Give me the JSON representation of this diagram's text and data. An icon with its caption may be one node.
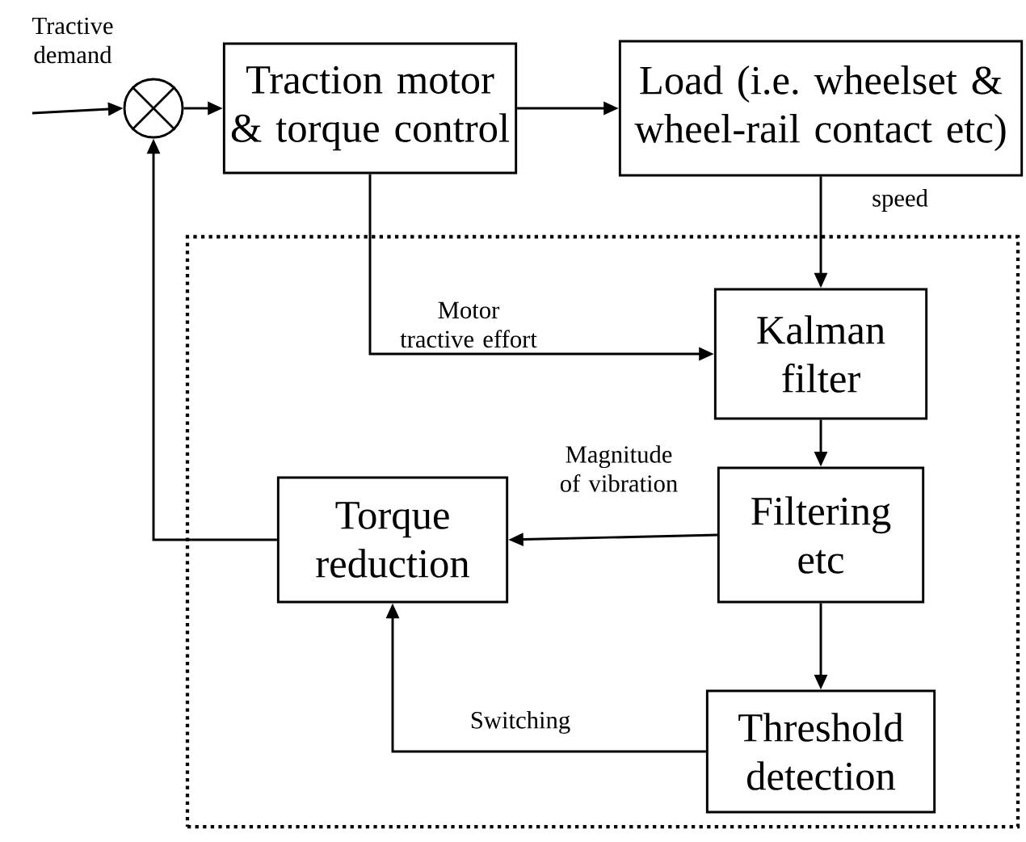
{
  "diagram": {
    "nodes": [
      {
        "text": [],
        "shape": "circle"
      },
      {
        "text": [
          "Traction motor & torque control"
        ]
      },
      {
        "text": [
          "Load (i.e. wheelset & wheel-rail contact etc)"
        ]
      },
      {
        "text": [],
        "shape": "box"
      },
      {
        "text": [
          "Kalman filter"
        ],
        "in": 3
      },
      {
        "text": [
          "Torque reduction"
        ],
        "in": 3
      },
      {
        "text": [
          "Filtering etc"
        ],
        "in": 3
      },
      {
        "text": [
          "Threshold detection"
        ],
        "in": 3
      }
    ],
    "edges": [
      {
        "from": null,
        "to": 0,
        "arrow": "to",
        "label": "Tractive demand"
      },
      {
        "from": 0,
        "to": 1,
        "arrow": "to"
      },
      {
        "from": 1,
        "to": 2,
        "arrow": "to"
      },
      {
        "from": 2,
        "to": 4,
        "arrow": "to",
        "label": "speed"
      },
      {
        "from": 1,
        "to": 4,
        "arrow": "to",
        "label": "Motor tractive effort"
      },
      {
        "from": 4,
        "to": 6,
        "arrow": "to"
      },
      {
        "from": 6,
        "to": 5,
        "arrow": "to",
        "label": "Magnitude of vibration"
      },
      {
        "from": 6,
        "to": 7,
        "arrow": "to"
      },
      {
        "from": 7,
        "to": 5,
        "arrow": "to",
        "label": "Switching"
      },
      {
        "from": 5,
        "to": 0,
        "arrow": "to"
      }
    ]
  }
}
